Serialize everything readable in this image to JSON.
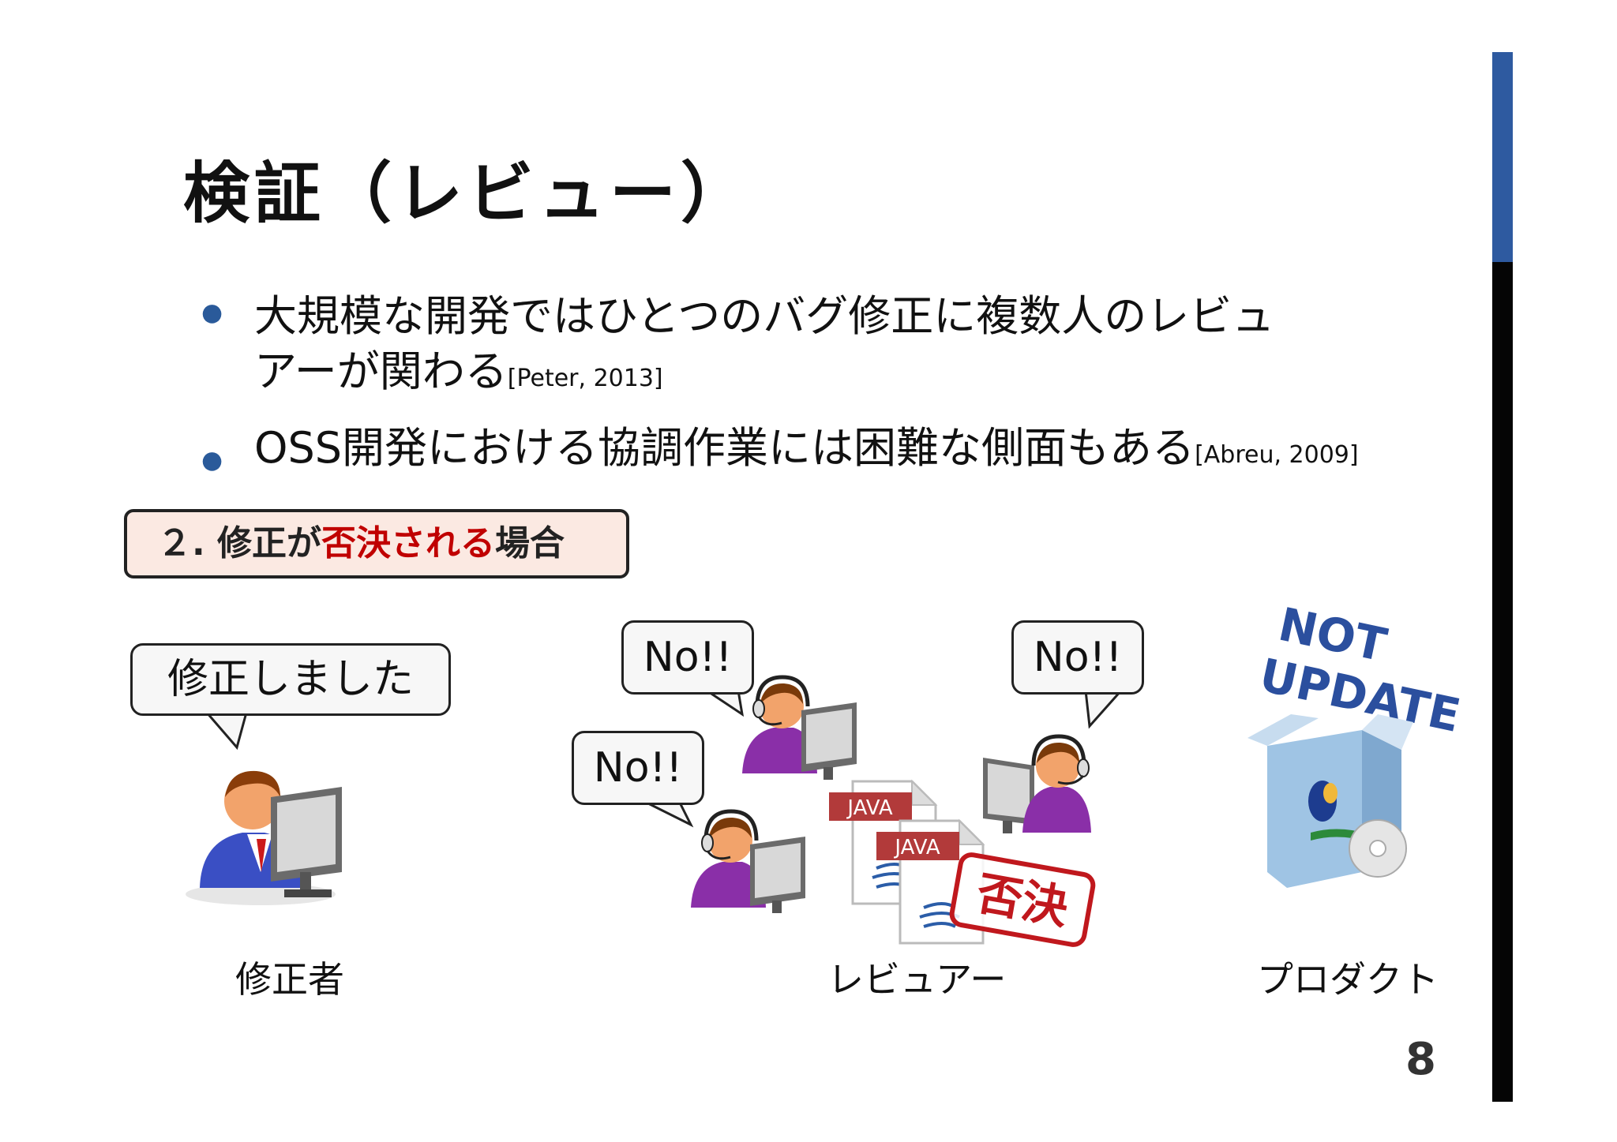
{
  "slide": {
    "title": "検証（レビュー）",
    "bullets": [
      {
        "line1": "大規模な開発ではひとつのバグ修正に複数人のレビュ",
        "line2": "アーが関わる",
        "cite": "[Peter, 2013]"
      },
      {
        "line1": "OSS開発における協調作業には困難な側面もある",
        "cite": "[Abreu, 2009]"
      }
    ],
    "page_number": "8"
  },
  "case_label": {
    "prefix": "２. 修正が",
    "highlight": "否決される",
    "suffix": "場合"
  },
  "bubbles": {
    "fixer": "修正しました",
    "reviewer_1": "No!!",
    "reviewer_2": "No!!",
    "reviewer_3": "No!!"
  },
  "files": {
    "file_1": "JAVA",
    "file_2": "JAVA"
  },
  "stamp": "否決",
  "not_update": {
    "line1": "NOT",
    "line2": "UPDATE"
  },
  "captions": {
    "fixer": "修正者",
    "reviewers": "レビュアー",
    "product": "プロダクト"
  },
  "colors": {
    "sidebar_top": "#2e5aa0",
    "sidebar_bottom": "#050505",
    "accent_red": "#c00000",
    "not_update_blue": "#2b4f9e",
    "case_box_bg": "#fbe9e2"
  }
}
